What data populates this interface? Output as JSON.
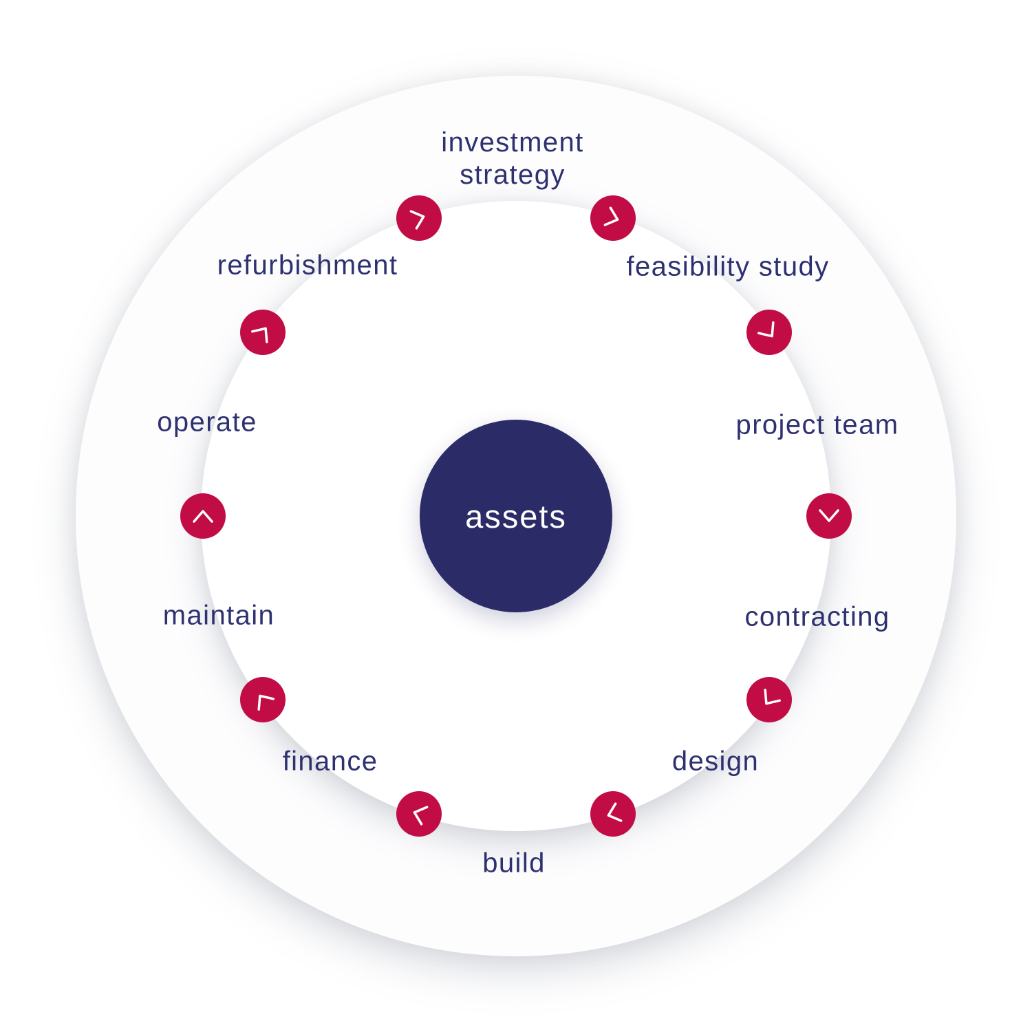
{
  "diagram": {
    "center_label": "assets",
    "steps": [
      {
        "label": "investment strategy"
      },
      {
        "label": "feasibility study"
      },
      {
        "label": "project team"
      },
      {
        "label": "contracting"
      },
      {
        "label": "design"
      },
      {
        "label": "build"
      },
      {
        "label": "finance"
      },
      {
        "label": "maintain"
      },
      {
        "label": "operate"
      },
      {
        "label": "refurbishment"
      }
    ],
    "icon_meaning": "chevron-clockwise",
    "colors": {
      "badge_red": "#c10c45",
      "center_navy": "#2b2b68",
      "label_navy": "#2e3170",
      "disc_background": "#fdfdfe"
    }
  }
}
